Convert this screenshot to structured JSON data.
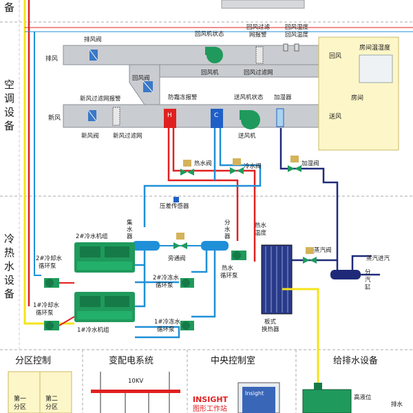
{
  "sections": {
    "top_cut": "备",
    "hvac": [
      "空",
      "调",
      "设",
      "备"
    ],
    "chiller": [
      "冷",
      "热",
      "水",
      "设",
      "备"
    ]
  },
  "bottom": {
    "zone_control": "分区控制",
    "zone1": [
      "第一",
      "分区"
    ],
    "zone2": [
      "第二",
      "分区"
    ],
    "power": "变配电系统",
    "voltage": "10KV",
    "central": "中央控制室",
    "insight": "INSIGHT",
    "insight_sub": "图形工作站",
    "screen_label": "Insight",
    "water": "给排水设备",
    "high_level": "高液位",
    "drain": "排水"
  },
  "ahu": {
    "exhaust_damper": "排风阀",
    "return_fan_status": "回风机状态",
    "return_filter_alarm": [
      "回风过滤",
      "网报警"
    ],
    "return_humidity": [
      "回风湿度",
      "回风温度"
    ],
    "exhaust_air": "排风",
    "return_fan": "回风机",
    "return_filter": "回风过滤网",
    "return_damper": "回风阀",
    "fresh_filter_alarm": "新风过滤网报警",
    "freeze_alarm": "防霜冻报警",
    "supply_fan_status": "送风机状态",
    "humidifier": "加湿器",
    "fresh_air": "新风",
    "supply_fan": "送风机",
    "fresh_damper": "新风阀",
    "fresh_filter": "新风过滤网",
    "return_air": "回风",
    "room_temp_hum": "房间温湿度",
    "room": "房间",
    "supply_air": "送风",
    "coil_h": "H",
    "coil_c": "C"
  },
  "plant": {
    "hot_valve": "热水阀",
    "cold_valve": "冷水阀",
    "humid_valve": "加湿阀",
    "dp_sensor": "压差传感器",
    "collector": [
      "集",
      "水",
      "器"
    ],
    "distributor": [
      "分",
      "水",
      "器"
    ],
    "bypass_valve": "旁通阀",
    "chiller2": "2#冷水机组",
    "cw_pump2": [
      "2#冷却水",
      "循环泵"
    ],
    "chw_pump2": [
      "2#冷冻水",
      "循环泵"
    ],
    "chiller1": "1#冷水机组",
    "cw_pump1": [
      "1#冷却水",
      "循环泵"
    ],
    "chw_pump1": [
      "1#冷冻水",
      "循环泵"
    ],
    "hw_temp": [
      "热水",
      "温度"
    ],
    "hw_pump": [
      "热水",
      "循环泵"
    ],
    "plate_hx": [
      "板式",
      "换热器"
    ],
    "steam_valve": "蒸汽阀",
    "steam_in": "蒸汽进汽",
    "steam_header": [
      "分",
      "汽",
      "缸"
    ]
  },
  "colors": {
    "red": "#e02020",
    "yellow": "#f5e31a",
    "blue": "#1f8fd8",
    "navy": "#1e2a78",
    "duct": "#c9ccd0",
    "room": "#fdf6c8",
    "equip": "#1f9a5c"
  }
}
